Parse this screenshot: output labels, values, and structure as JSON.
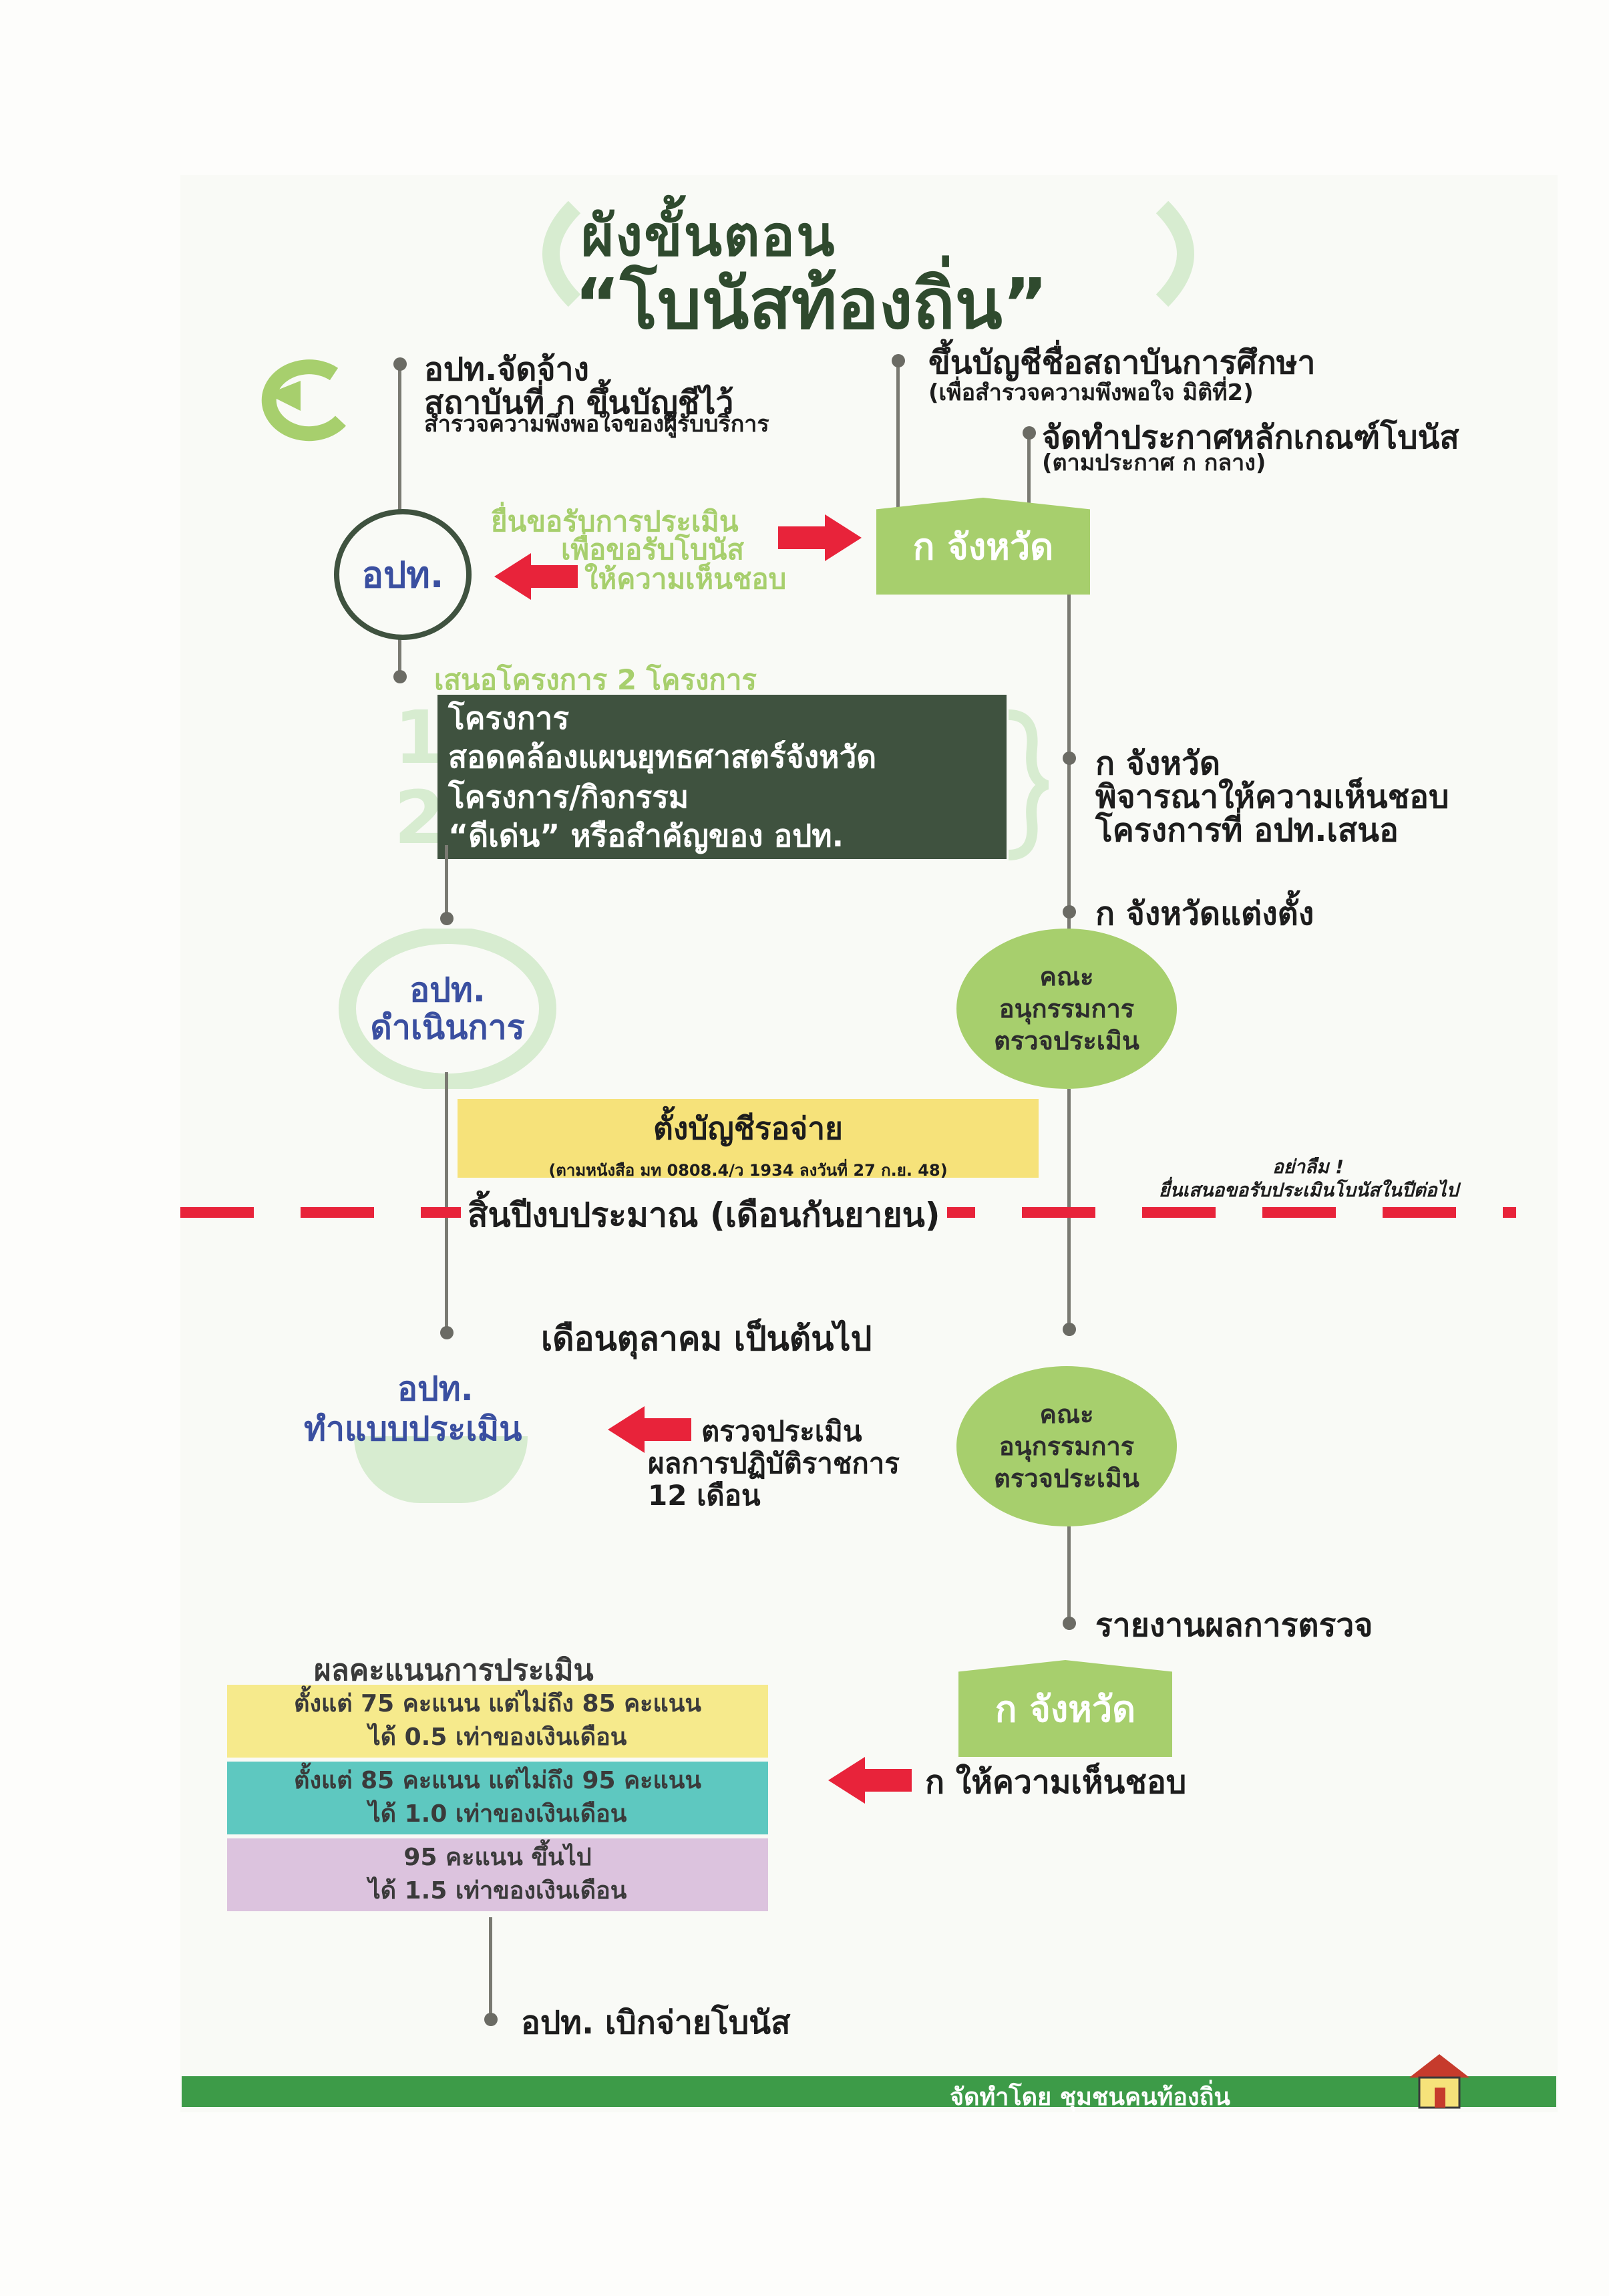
{
  "title": {
    "line1": "ผังขั้นตอน",
    "line2": "“โบนัสท้องถิ่น”"
  },
  "step1": {
    "line1": "อปท.จัดจ้าง",
    "line2": "สถาบันที่ ก ขึ้นบัญชีไว้",
    "line3": "สำรวจความพึงพอใจของผู้รับบริการ"
  },
  "step_inst": {
    "line1": "ขึ้นบัญชีชื่อสถาบันการศึกษา",
    "line2": "(เพื่อสำรวจความพึงพอใจ มิติที่2)"
  },
  "step_announce": {
    "line1": "จัดทำประกาศหลักเกณฑ์โบนัส",
    "line2": "(ตามประกาศ ก กลาง)"
  },
  "opt_circle": "อปท.",
  "province_label": "ก จังหวัด",
  "submit": {
    "line1": "ยื่นขอรับการประเมิน",
    "line2": "เพื่อขอรับโบนัส",
    "line3": "ให้ความเห็นชอบ"
  },
  "propose": "เสนอโครงการ 2 โครงการ",
  "projects": [
    {
      "num": "1",
      "line1": "โครงการ",
      "line2": "สอดคล้องแผนยุทธศาสตร์จังหวัด"
    },
    {
      "num": "2",
      "line1": "โครงการ/กิจกรรม",
      "line2": "“ดีเด่น” หรือสำคัญของ อปท."
    }
  ],
  "prov_consider": {
    "line1": "ก จังหวัด",
    "line2": "พิจารณาให้ความเห็นชอบ",
    "line3": "โครงการที่ อปท.เสนอ"
  },
  "prov_appoint": "ก จังหวัดแต่งตั้ง",
  "committee": {
    "line1": "คณะ",
    "line2": "อนุกรรมการ",
    "line3": "ตรวจประเมิน"
  },
  "opt_operate": {
    "line1": "อปท.",
    "line2": "ดำเนินการ"
  },
  "budget_box": {
    "line1": "ตั้งบัญชีรอจ่าย",
    "line2": "(ตามหนังสือ มท 0808.4/ว 1934 ลงวันที่ 27 ก.ย. 48)"
  },
  "reminder": {
    "line1": "อย่าลืม !",
    "line2": "ยื่นเสนอขอรับประเมินโบนัสในปีต่อไป"
  },
  "fiscal_end": "สิ้นปีงบประมาณ (เดือนกันยายน)",
  "october": "เดือนตุลาคม เป็นต้นไป",
  "opt_form": {
    "line1": "อปท.",
    "line2": "ทำแบบประเมิน"
  },
  "check": {
    "line1": "ตรวจประเมิน",
    "line2": "ผลการปฏิบัติราชการ",
    "line3": "12 เดือน"
  },
  "report": "รายงานผลการตรวจ",
  "approve": "ก ให้ความเห็นชอบ",
  "scores": {
    "title": "ผลคะแนนการประเมิน",
    "rows": [
      {
        "line1": "ตั้งแต่ 75 คะแนน แต่ไม่ถึง 85 คะแนน",
        "line2": "ได้ 0.5 เท่าของเงินเดือน",
        "color": "#f6ea8c"
      },
      {
        "line1": "ตั้งแต่ 85 คะแนน แต่ไม่ถึง 95 คะแนน",
        "line2": "ได้ 1.0 เท่าของเงินเดือน",
        "color": "#5ec8c0"
      },
      {
        "line1": "95 คะแนน ขึ้นไป",
        "line2": "ได้ 1.5 เท่าของเงินเดือน",
        "color": "#dcc3de"
      }
    ]
  },
  "pay": "อปท. เบิกจ่ายโบนัส",
  "footer": "จัดทำโดย ชุมชนคนท้องถิ่น",
  "colors": {
    "green": "#a7cf6d",
    "dark_green": "#3f523f",
    "red": "#e8233a",
    "footer": "#3d9b48",
    "title": "#2f4a2e"
  }
}
